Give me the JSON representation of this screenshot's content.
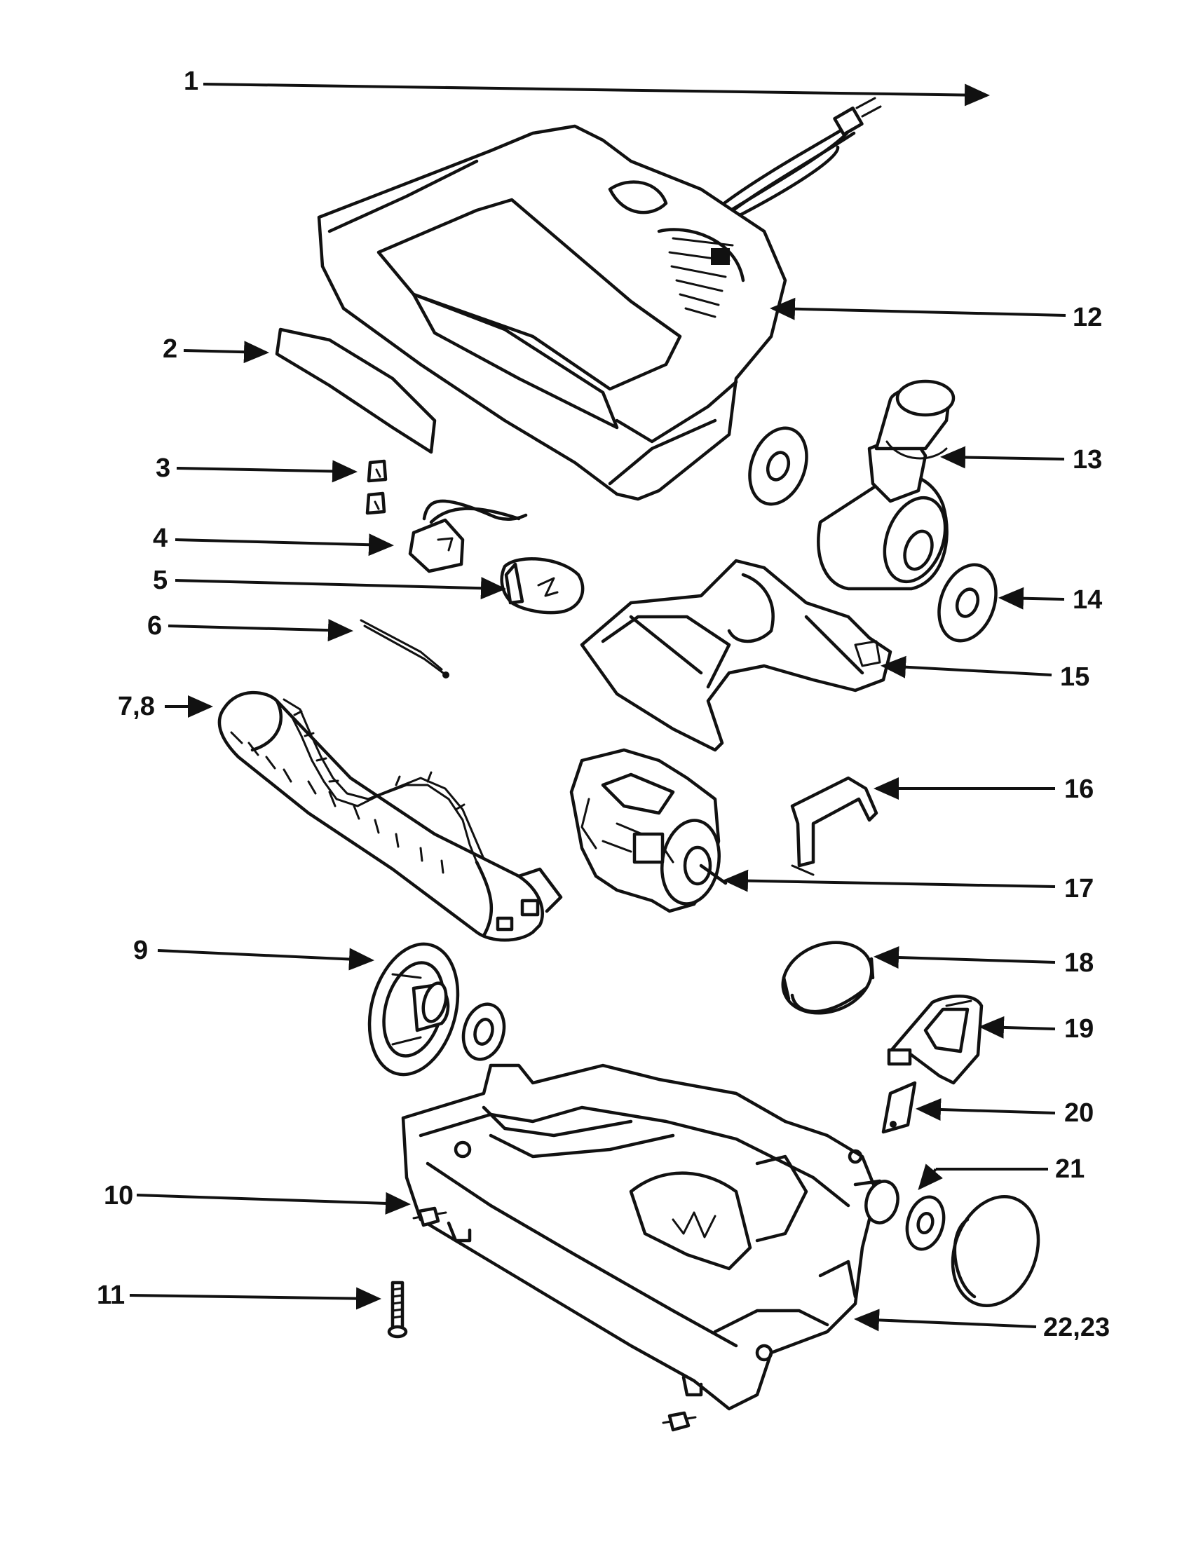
{
  "callouts": [
    {
      "id": "1",
      "label": "1"
    },
    {
      "id": "2",
      "label": "2"
    },
    {
      "id": "3",
      "label": "3"
    },
    {
      "id": "4",
      "label": "4"
    },
    {
      "id": "5",
      "label": "5"
    },
    {
      "id": "6",
      "label": "6"
    },
    {
      "id": "7_8",
      "label": "7,8"
    },
    {
      "id": "9",
      "label": "9"
    },
    {
      "id": "10",
      "label": "10"
    },
    {
      "id": "11",
      "label": "11"
    },
    {
      "id": "12",
      "label": "12"
    },
    {
      "id": "13",
      "label": "13"
    },
    {
      "id": "14",
      "label": "14"
    },
    {
      "id": "15",
      "label": "15"
    },
    {
      "id": "16",
      "label": "16"
    },
    {
      "id": "17",
      "label": "17"
    },
    {
      "id": "18",
      "label": "18"
    },
    {
      "id": "19",
      "label": "19"
    },
    {
      "id": "20",
      "label": "20"
    },
    {
      "id": "21",
      "label": "21"
    },
    {
      "id": "22_23",
      "label": "22,23"
    }
  ],
  "colors": {
    "ink": "#111111",
    "paper": "#ffffff"
  }
}
